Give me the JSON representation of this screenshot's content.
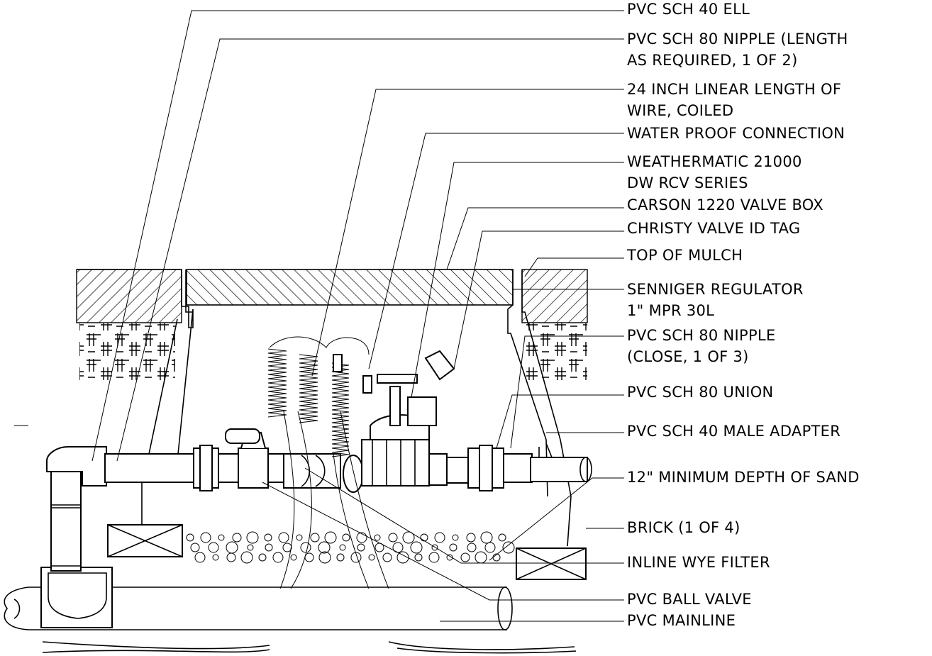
{
  "callouts": [
    {
      "lines": [
        "PVC SCH 40 ELL"
      ]
    },
    {
      "lines": [
        "PVC SCH 80 NIPPLE (LENGTH",
        "AS REQUIRED, 1 OF 2)"
      ]
    },
    {
      "lines": [
        "24 INCH LINEAR LENGTH OF",
        "WIRE, COILED"
      ]
    },
    {
      "lines": [
        "WATER PROOF CONNECTION"
      ]
    },
    {
      "lines": [
        "WEATHERMATIC 21000",
        "DW RCV SERIES"
      ]
    },
    {
      "lines": [
        "CARSON 1220 VALVE BOX"
      ]
    },
    {
      "lines": [
        "CHRISTY VALVE ID TAG"
      ]
    },
    {
      "lines": [
        "TOP OF MULCH"
      ]
    },
    {
      "lines": [
        "SENNIGER REGULATOR",
        "1\" MPR 30L"
      ]
    },
    {
      "lines": [
        "PVC SCH 80 NIPPLE",
        "(CLOSE, 1 OF 3)"
      ]
    },
    {
      "lines": [
        "PVC SCH 80 UNION"
      ]
    },
    {
      "lines": [
        "PVC SCH 40 MALE ADAPTER"
      ]
    },
    {
      "lines": [
        "12\" MINIMUM DEPTH OF SAND"
      ]
    },
    {
      "lines": [
        "BRICK (1 OF 4)"
      ]
    },
    {
      "lines": [
        "INLINE WYE FILTER"
      ]
    },
    {
      "lines": [
        "PVC BALL VALVE"
      ]
    },
    {
      "lines": [
        "PVC MAINLINE"
      ]
    }
  ],
  "line_color": "#000000",
  "background": "#ffffff"
}
